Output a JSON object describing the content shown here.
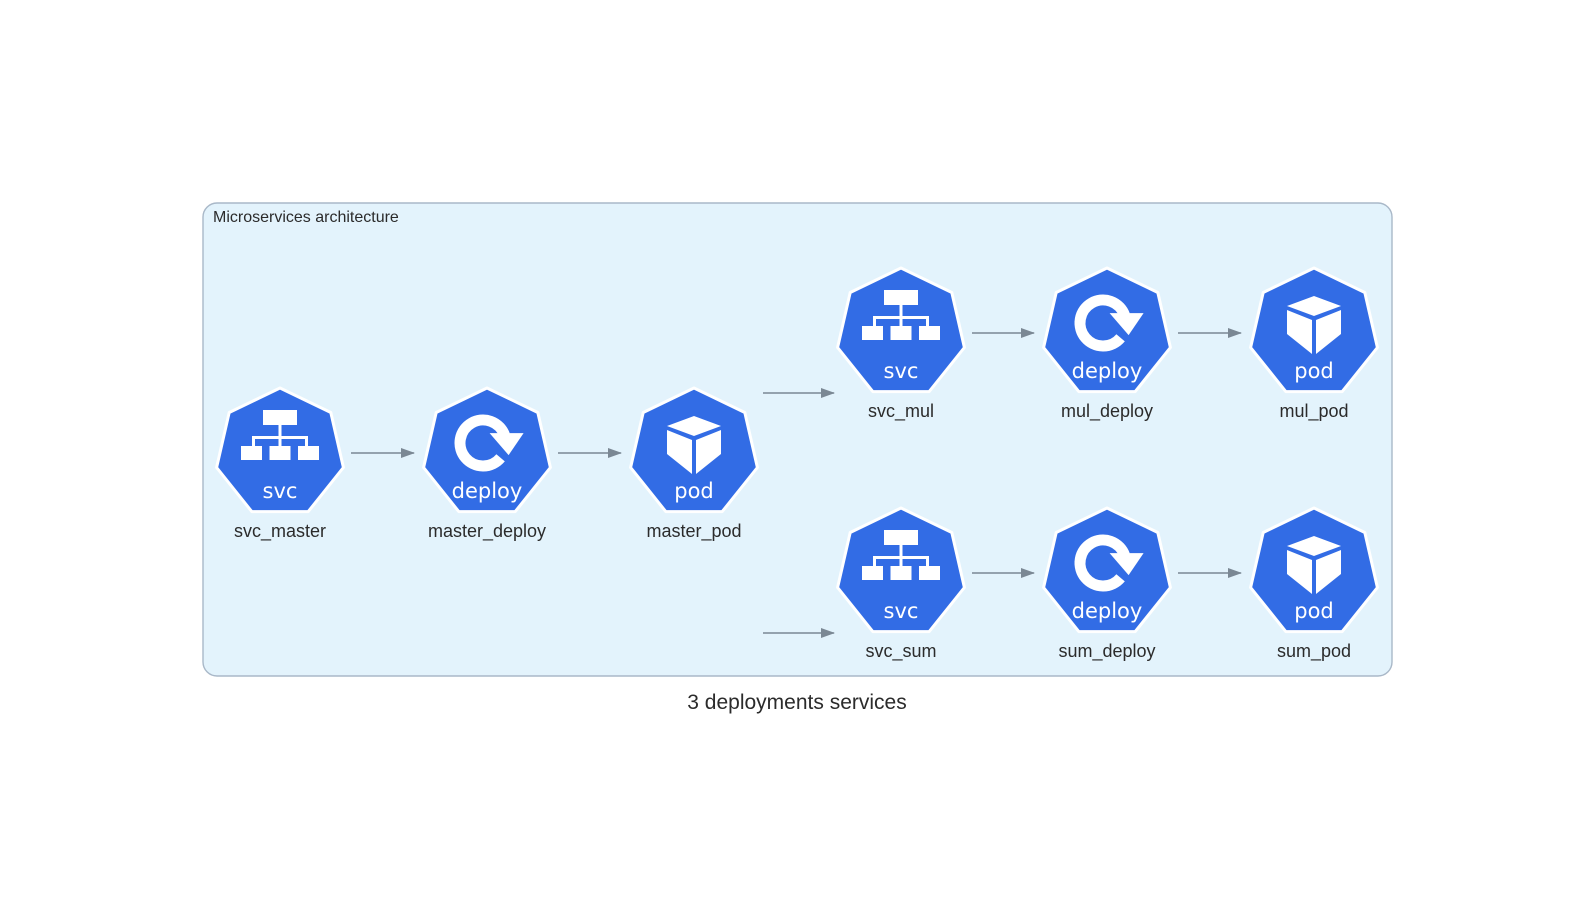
{
  "diagram": {
    "caption": "3 deployments services",
    "cluster": {
      "label": "Microservices architecture"
    },
    "colors": {
      "cluster_fill": "#e3f3fc",
      "cluster_border": "#a9b8c8",
      "node_fill": "#326ce5",
      "node_border": "#ffffff",
      "edge": "#7b8894",
      "text": "#2b2b2b"
    },
    "nodes": [
      {
        "id": "svc_master",
        "label": "svc_master",
        "kind": "svc",
        "icon": "service-icon"
      },
      {
        "id": "master_deploy",
        "label": "master_deploy",
        "kind": "deploy",
        "icon": "deployment-icon"
      },
      {
        "id": "master_pod",
        "label": "master_pod",
        "kind": "pod",
        "icon": "pod-icon"
      },
      {
        "id": "svc_mul",
        "label": "svc_mul",
        "kind": "svc",
        "icon": "service-icon"
      },
      {
        "id": "mul_deploy",
        "label": "mul_deploy",
        "kind": "deploy",
        "icon": "deployment-icon"
      },
      {
        "id": "mul_pod",
        "label": "mul_pod",
        "kind": "pod",
        "icon": "pod-icon"
      },
      {
        "id": "svc_sum",
        "label": "svc_sum",
        "kind": "svc",
        "icon": "service-icon"
      },
      {
        "id": "sum_deploy",
        "label": "sum_deploy",
        "kind": "deploy",
        "icon": "deployment-icon"
      },
      {
        "id": "sum_pod",
        "label": "sum_pod",
        "kind": "pod",
        "icon": "pod-icon"
      }
    ],
    "edges": [
      {
        "from": "svc_master",
        "to": "master_deploy"
      },
      {
        "from": "master_deploy",
        "to": "master_pod"
      },
      {
        "from": "master_pod",
        "to": "svc_mul"
      },
      {
        "from": "master_pod",
        "to": "svc_sum"
      },
      {
        "from": "svc_mul",
        "to": "mul_deploy"
      },
      {
        "from": "mul_deploy",
        "to": "mul_pod"
      },
      {
        "from": "svc_sum",
        "to": "sum_deploy"
      },
      {
        "from": "sum_deploy",
        "to": "sum_pod"
      }
    ]
  }
}
